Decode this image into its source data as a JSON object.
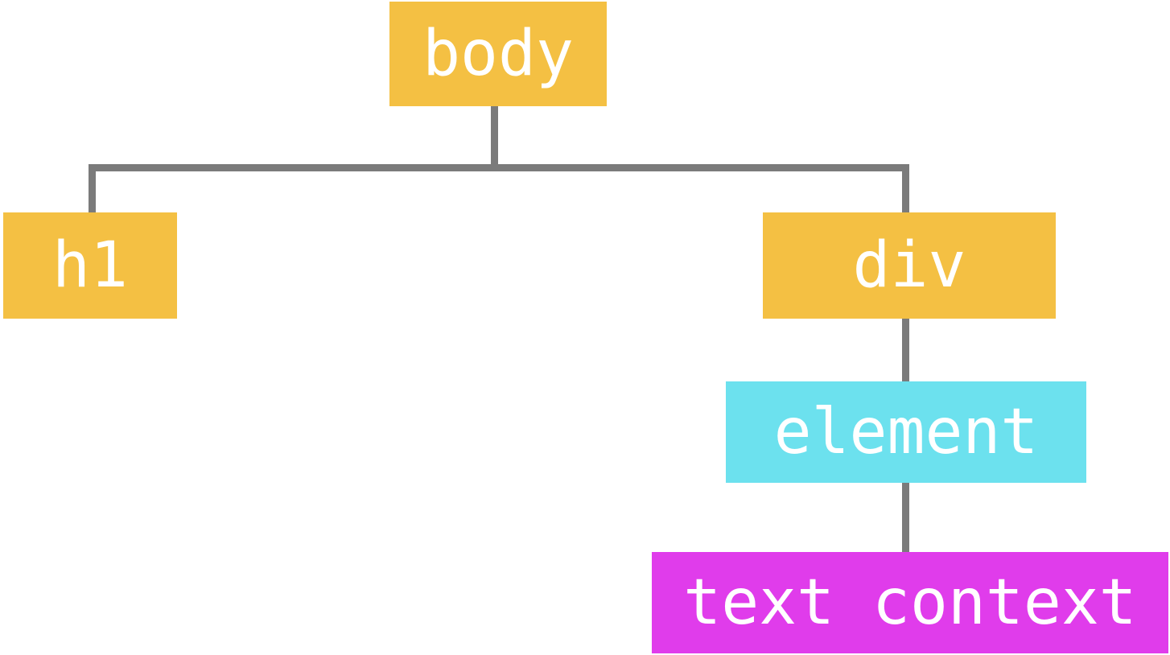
{
  "colors": {
    "element_node": "#f4c043",
    "highlight_node": "#6ce1ee",
    "text_node": "#e03ceb",
    "connector": "#7b7b7b",
    "label": "#ffffff"
  },
  "tree": {
    "root": {
      "label": "body"
    },
    "children": {
      "h1": {
        "label": "h1"
      },
      "div": {
        "label": "div"
      }
    },
    "element": {
      "label": "element"
    },
    "text": {
      "label": "text context"
    }
  }
}
